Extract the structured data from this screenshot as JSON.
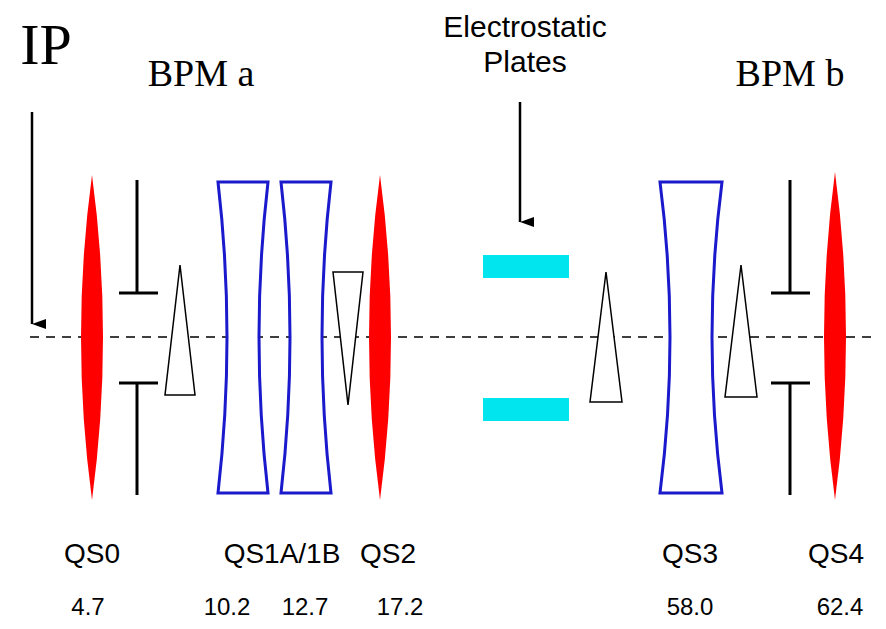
{
  "diagram": {
    "labels": [
      "IP",
      "Electrostatic Plates",
      "BPM a",
      "BPM b",
      "QS0",
      "QS1A/1B",
      "QS2",
      "QS3",
      "QS4",
      "4.7",
      "10.2",
      "12.7",
      "17.2",
      "58.0",
      "62.4"
    ]
  }
}
